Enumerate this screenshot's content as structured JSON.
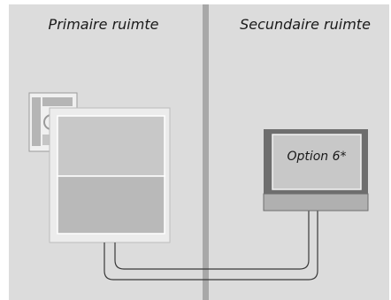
{
  "rooms": {
    "primary_label": "Primaire ruimte",
    "secondary_label": "Secundaire ruimte"
  },
  "devices": {
    "secondary_screen_label": "Option 6*"
  },
  "colors": {
    "room_bg": "#dcdcdc",
    "divider": "#a8a8a8",
    "tv_frame": "#6e6e6e",
    "tv_screen": "#c8c8c8",
    "cable": "#3a3a3a"
  }
}
